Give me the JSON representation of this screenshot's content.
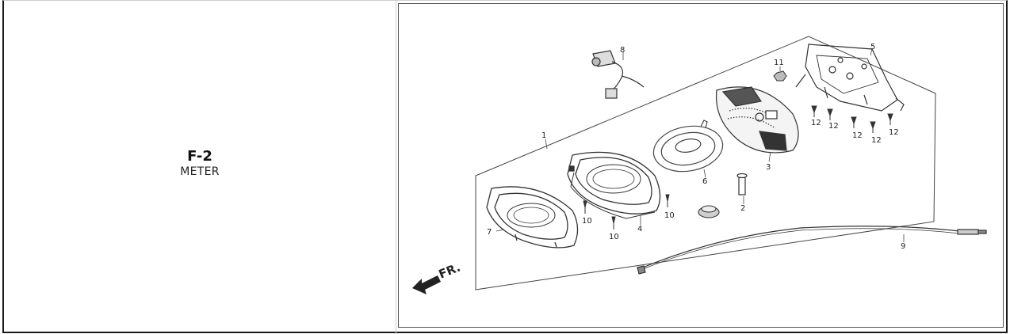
{
  "section": {
    "code": "F-2",
    "name": "METER"
  },
  "diagram": {
    "direction_label": "FR.",
    "callouts": {
      "c1": "1",
      "c2": "2",
      "c3": "3",
      "c4": "4",
      "c5": "5",
      "c6": "6",
      "c7": "7",
      "c8": "8",
      "c9": "9",
      "c10a": "10",
      "c10b": "10",
      "c10c": "10",
      "c11": "11",
      "c12a": "12",
      "c12b": "12",
      "c12c": "12",
      "c12d": "12",
      "c12e": "12"
    }
  }
}
